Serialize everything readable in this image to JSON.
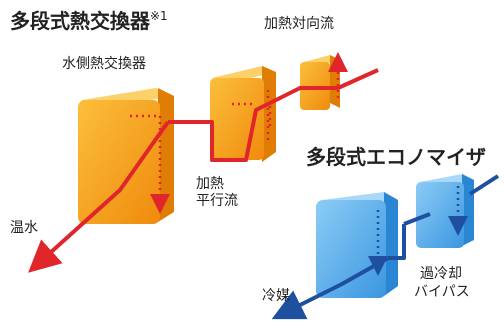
{
  "titles": {
    "multistage_hx": "多段式熱交換器",
    "footnote_mark": "※1",
    "multistage_economizer": "多段式エコノマイザ"
  },
  "labels": {
    "counterflow": "加熱対向流",
    "water_side_hx": "水側熱交換器",
    "parallel_flow": [
      "加熱",
      "平行流"
    ],
    "hot_water": "温水",
    "refrigerant": "冷媒",
    "subcool_bypass": [
      "過冷却",
      "バイパス"
    ]
  },
  "colors": {
    "orange_face": "#f7a21c",
    "orange_side": "#e07d05",
    "orange_top": "#fcd16a",
    "blue_face": "#4aa8ea",
    "blue_side": "#2a86d2",
    "blue_top": "#a9d8f8",
    "hot_arrow": "#e0262b",
    "cold_arrow": "#1f4f9f",
    "dotted_hot": "#e0262b",
    "dotted_cold": "#1f4f9f"
  }
}
